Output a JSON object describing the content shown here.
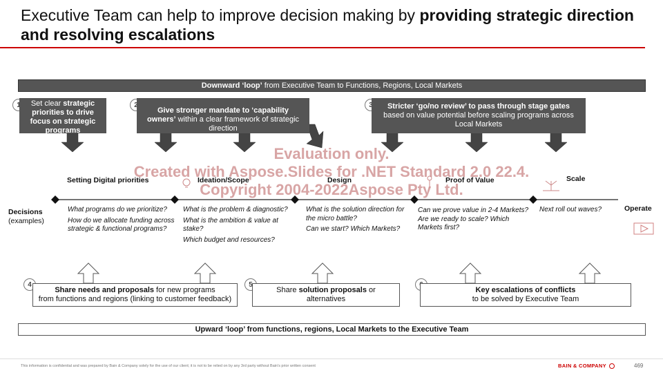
{
  "title": {
    "prefix": "Executive Team can help to improve decision making by ",
    "bold": "providing strategic direction and resolving escalations"
  },
  "top_band": {
    "bold": "Downward ‘loop’",
    "rest": " from Executive Team to Functions, Regions, Local Markets"
  },
  "bottom_band": {
    "text": "Upward ‘loop’ from functions, regions, Local Markets to the Executive Team"
  },
  "top_boxes": [
    {
      "num": "1",
      "pre": "Set clear ",
      "bold": "strategic priorities to drive focus on strategic programs",
      "post": ""
    },
    {
      "num": "2",
      "pre": "",
      "bold": "Give stronger mandate to ‘capability owners’",
      "post": " within a clear framework of strategic direction"
    },
    {
      "num": "3",
      "pre": "",
      "bold": "Stricter ‘go/no review’ to pass through stage gates",
      "post": " based on value potential before scaling programs across Local Markets"
    }
  ],
  "bottom_boxes": [
    {
      "num": "4",
      "bold": "Share needs and proposals",
      "post": " for new programs",
      "line2": "from functions and regions (linking to customer feedback)"
    },
    {
      "num": "5",
      "pre": "Share ",
      "bold": "solution proposals",
      "post": " or alternatives"
    },
    {
      "num": "6",
      "bold": "Key escalations of conflicts",
      "line2": "to be solved by Executive Team"
    }
  ],
  "stages": [
    "Setting Digital priorities",
    "Ideation/Scope",
    "Design",
    "Proof of Value",
    "Scale"
  ],
  "operate_label": "Operate",
  "decisions_label": {
    "main": "Decisions",
    "sub": "(examples)"
  },
  "questions": {
    "priorities": [
      "What programs do we prioritize?",
      "How do we allocate funding across strategic & functional programs?"
    ],
    "ideation": [
      "What is the problem & diagnostic?",
      "What is the ambition & value at stake?",
      "Which budget and resources?"
    ],
    "design": [
      "What is the solution direction for the micro battle?",
      "Can we start? Which Markets?"
    ],
    "proof": [
      "Can we prove value in 2-4 Markets? Are we ready to scale? Which Markets first?"
    ],
    "scale": [
      "Next roll out waves?"
    ]
  },
  "watermark": [
    "Evaluation only.",
    "Created with Aspose.Slides for .NET Standard 2.0 22.4.",
    "Copyright 2004-2022Aspose Pty Ltd."
  ],
  "footer": {
    "disclaimer": "This information is confidential and was prepared by Bain & Company solely for the use of our client; it is not to be relied on by any 3rd party without Bain's prior written consent",
    "brand": "BAIN & COMPANY",
    "page": "469"
  },
  "colors": {
    "accent": "#cc0000",
    "dark_box": "#555555",
    "arrow_fill": "#444444"
  }
}
